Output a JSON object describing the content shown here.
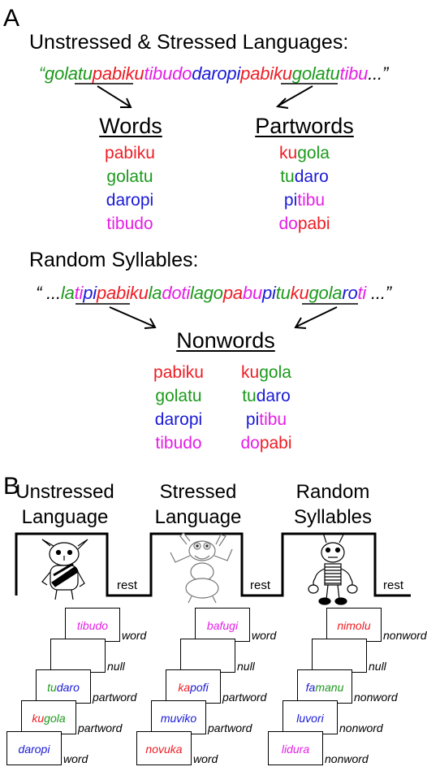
{
  "colors": {
    "red": "#ee1c24",
    "green": "#1c9a1c",
    "blue": "#1a1ad6",
    "magenta": "#e61ee6",
    "black": "#000000"
  },
  "panel_a": {
    "label": "A",
    "heading_lang": "Unstressed & Stressed Languages:",
    "stream_lang": [
      {
        "t": "“",
        "c": "green"
      },
      {
        "t": "golatu",
        "c": "green"
      },
      {
        "t": "pabiku",
        "c": "red"
      },
      {
        "t": "tibudo",
        "c": "magenta"
      },
      {
        "t": "daropi",
        "c": "blue"
      },
      {
        "t": "pabiku",
        "c": "red"
      },
      {
        "t": "golatu",
        "c": "green"
      },
      {
        "t": "tibu",
        "c": "magenta"
      },
      {
        "t": "...”",
        "c": "black"
      }
    ],
    "words_title": "Words",
    "partwords_title": "Partwords",
    "words": [
      [
        {
          "t": "pabiku",
          "c": "red"
        }
      ],
      [
        {
          "t": "golatu",
          "c": "green"
        }
      ],
      [
        {
          "t": "daropi",
          "c": "blue"
        }
      ],
      [
        {
          "t": "tibudo",
          "c": "magenta"
        }
      ]
    ],
    "partwords": [
      [
        {
          "t": "ku",
          "c": "red"
        },
        {
          "t": "gola",
          "c": "green"
        }
      ],
      [
        {
          "t": "tu",
          "c": "green"
        },
        {
          "t": "daro",
          "c": "blue"
        }
      ],
      [
        {
          "t": "pi",
          "c": "blue"
        },
        {
          "t": "tibu",
          "c": "magenta"
        }
      ],
      [
        {
          "t": "do",
          "c": "magenta"
        },
        {
          "t": "pabi",
          "c": "red"
        }
      ]
    ],
    "heading_random": "Random Syllables:",
    "stream_random": [
      {
        "t": "“ ...",
        "c": "black"
      },
      {
        "t": "la",
        "c": "green"
      },
      {
        "t": "ti",
        "c": "magenta"
      },
      {
        "t": "pi",
        "c": "blue"
      },
      {
        "t": "pabiku",
        "c": "red"
      },
      {
        "t": "la",
        "c": "green"
      },
      {
        "t": "doti",
        "c": "magenta"
      },
      {
        "t": "la",
        "c": "green"
      },
      {
        "t": "go",
        "c": "green"
      },
      {
        "t": "pa",
        "c": "red"
      },
      {
        "t": "bu",
        "c": "magenta"
      },
      {
        "t": "pi",
        "c": "blue"
      },
      {
        "t": "tu",
        "c": "green"
      },
      {
        "t": "ku",
        "c": "red"
      },
      {
        "t": "gola",
        "c": "green"
      },
      {
        "t": "ro",
        "c": "blue"
      },
      {
        "t": "ti",
        "c": "magenta"
      },
      {
        "t": " ...”",
        "c": "black"
      }
    ],
    "nonwords_title": "Nonwords",
    "nonwords_left": [
      [
        {
          "t": "pabiku",
          "c": "red"
        }
      ],
      [
        {
          "t": "golatu",
          "c": "green"
        }
      ],
      [
        {
          "t": "daropi",
          "c": "blue"
        }
      ],
      [
        {
          "t": "tibudo",
          "c": "magenta"
        }
      ]
    ],
    "nonwords_right": [
      [
        {
          "t": "ku",
          "c": "red"
        },
        {
          "t": "gola",
          "c": "green"
        }
      ],
      [
        {
          "t": "tu",
          "c": "green"
        },
        {
          "t": "daro",
          "c": "blue"
        }
      ],
      [
        {
          "t": "pi",
          "c": "blue"
        },
        {
          "t": "tibu",
          "c": "magenta"
        }
      ],
      [
        {
          "t": "do",
          "c": "magenta"
        },
        {
          "t": "pabi",
          "c": "red"
        }
      ]
    ]
  },
  "panel_b": {
    "label": "B",
    "conditions": [
      {
        "line1": "Unstressed",
        "line2": "Language",
        "figure": "striped-robot-figure"
      },
      {
        "line1": "Stressed",
        "line2": "Language",
        "figure": "alien-figure"
      },
      {
        "line1": "Random",
        "line2": "Syllables",
        "figure": "spring-robot-figure"
      }
    ],
    "rest_label": "rest",
    "stacks": [
      [
        {
          "parts": [
            {
              "t": "tibudo",
              "c": "magenta"
            }
          ],
          "tag": "word"
        },
        {
          "parts": [],
          "tag": "null"
        },
        {
          "parts": [
            {
              "t": "tu",
              "c": "green"
            },
            {
              "t": "daro",
              "c": "blue"
            }
          ],
          "tag": "partword"
        },
        {
          "parts": [
            {
              "t": "ku",
              "c": "red"
            },
            {
              "t": "gola",
              "c": "green"
            }
          ],
          "tag": "partword"
        },
        {
          "parts": [
            {
              "t": "daropi",
              "c": "blue"
            }
          ],
          "tag": "word"
        }
      ],
      [
        {
          "parts": [
            {
              "t": "bafugi",
              "c": "magenta"
            }
          ],
          "tag": "word"
        },
        {
          "parts": [],
          "tag": "null"
        },
        {
          "parts": [
            {
              "t": "ka",
              "c": "red"
            },
            {
              "t": "pofi",
              "c": "blue"
            }
          ],
          "tag": "partword"
        },
        {
          "parts": [
            {
              "t": "muviko",
              "c": "blue"
            }
          ],
          "tag": "partword"
        },
        {
          "parts": [
            {
              "t": "novuka",
              "c": "red"
            }
          ],
          "tag": "word"
        }
      ],
      [
        {
          "parts": [
            {
              "t": "nimolu",
              "c": "red"
            }
          ],
          "tag": "nonword"
        },
        {
          "parts": [],
          "tag": "null"
        },
        {
          "parts": [
            {
              "t": "fa",
              "c": "blue"
            },
            {
              "t": "manu",
              "c": "green"
            }
          ],
          "tag": "nonword"
        },
        {
          "parts": [
            {
              "t": "luvori",
              "c": "blue"
            }
          ],
          "tag": "nonword"
        },
        {
          "parts": [
            {
              "t": "lidura",
              "c": "magenta"
            }
          ],
          "tag": "nonword"
        }
      ]
    ]
  }
}
